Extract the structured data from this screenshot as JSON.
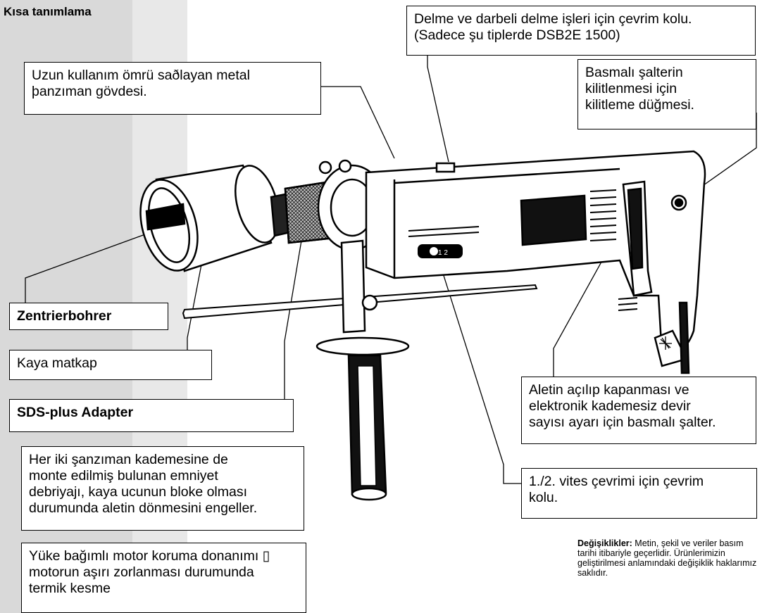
{
  "page": {
    "title": "Kısa tanımlama"
  },
  "callouts": {
    "gearbox": "Uzun kullanım ömrü saðlayan metal\nþanzıman gövdesi.",
    "mode_lever": "Delme ve darbeli delme işleri için çevrim kolu.\n(Sadece şu tiplerde DSB2E 1500)",
    "lock_button": "Basmalı şalterin\nkilitlenmesi için\nkilitleme düğmesi.",
    "centering_bit": "Zentrierbohrer",
    "core_bit": "Kaya matkap",
    "sds_adapter": "SDS-plus Adapter",
    "trigger": "Aletin açılıp kapanması ve\nelektronik kademesiz devir\nsayısı ayarı için basmalı şalter.",
    "clutch": "Her iki şanzıman kademesine de\nmonte edilmiş bulunan emniyet\ndebriyajı, kaya ucunun bloke olması\ndurumunda aletin dönmesini engeller.",
    "gear_switch": "1./2. vites çevrimi için çevrim\nkolu.",
    "motor_protection": "Yüke bağımlı motor koruma donanımı ▯\nmotorun aşırı zorlanması durumunda\ntermik kesme"
  },
  "footnote": {
    "label": "Değişiklikler:",
    "text": " Metin, şekil ve veriler basım tarihi itibariyle geçerlidir. Ürünlerimizin geliştirilmesi anlamındaki değişiklik haklarımız saklıdır."
  },
  "drill_markings": {
    "gear_dial": "1 2"
  }
}
